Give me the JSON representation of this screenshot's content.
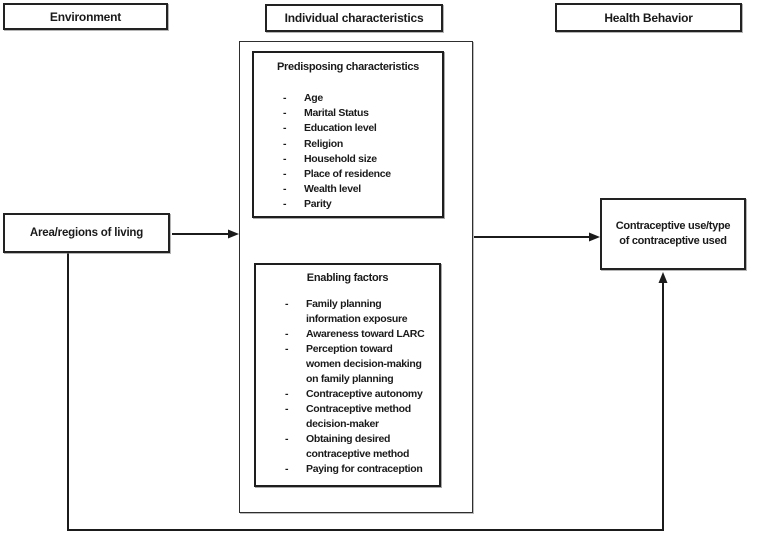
{
  "headers": {
    "environment": "Environment",
    "individual": "Individual characteristics",
    "health_behavior": "Health Behavior"
  },
  "boxes": {
    "area": {
      "label": "Area/regions of living"
    },
    "predisposing": {
      "title": "Predisposing characteristics",
      "items": [
        "Age",
        "Marital Status",
        "Education level",
        "Religion",
        "Household size",
        "Place of residence",
        "Wealth level",
        "Parity"
      ]
    },
    "enabling": {
      "title": "Enabling factors",
      "items": [
        "Family planning\ninformation exposure",
        "Awareness toward LARC",
        "Perception toward\nwomen decision-making\non family planning",
        "Contraceptive autonomy",
        "Contraceptive method\ndecision-maker",
        "Obtaining desired\ncontraceptive method",
        "Paying for contraception"
      ]
    },
    "outcome": {
      "label": "Contraceptive use/type\nof contraceptive used"
    }
  },
  "ui": {
    "bullet": "-"
  },
  "colors": {
    "line": "#1b1b1b",
    "border": "#222222",
    "background": "#ffffff",
    "text": "#1a1a1a"
  }
}
